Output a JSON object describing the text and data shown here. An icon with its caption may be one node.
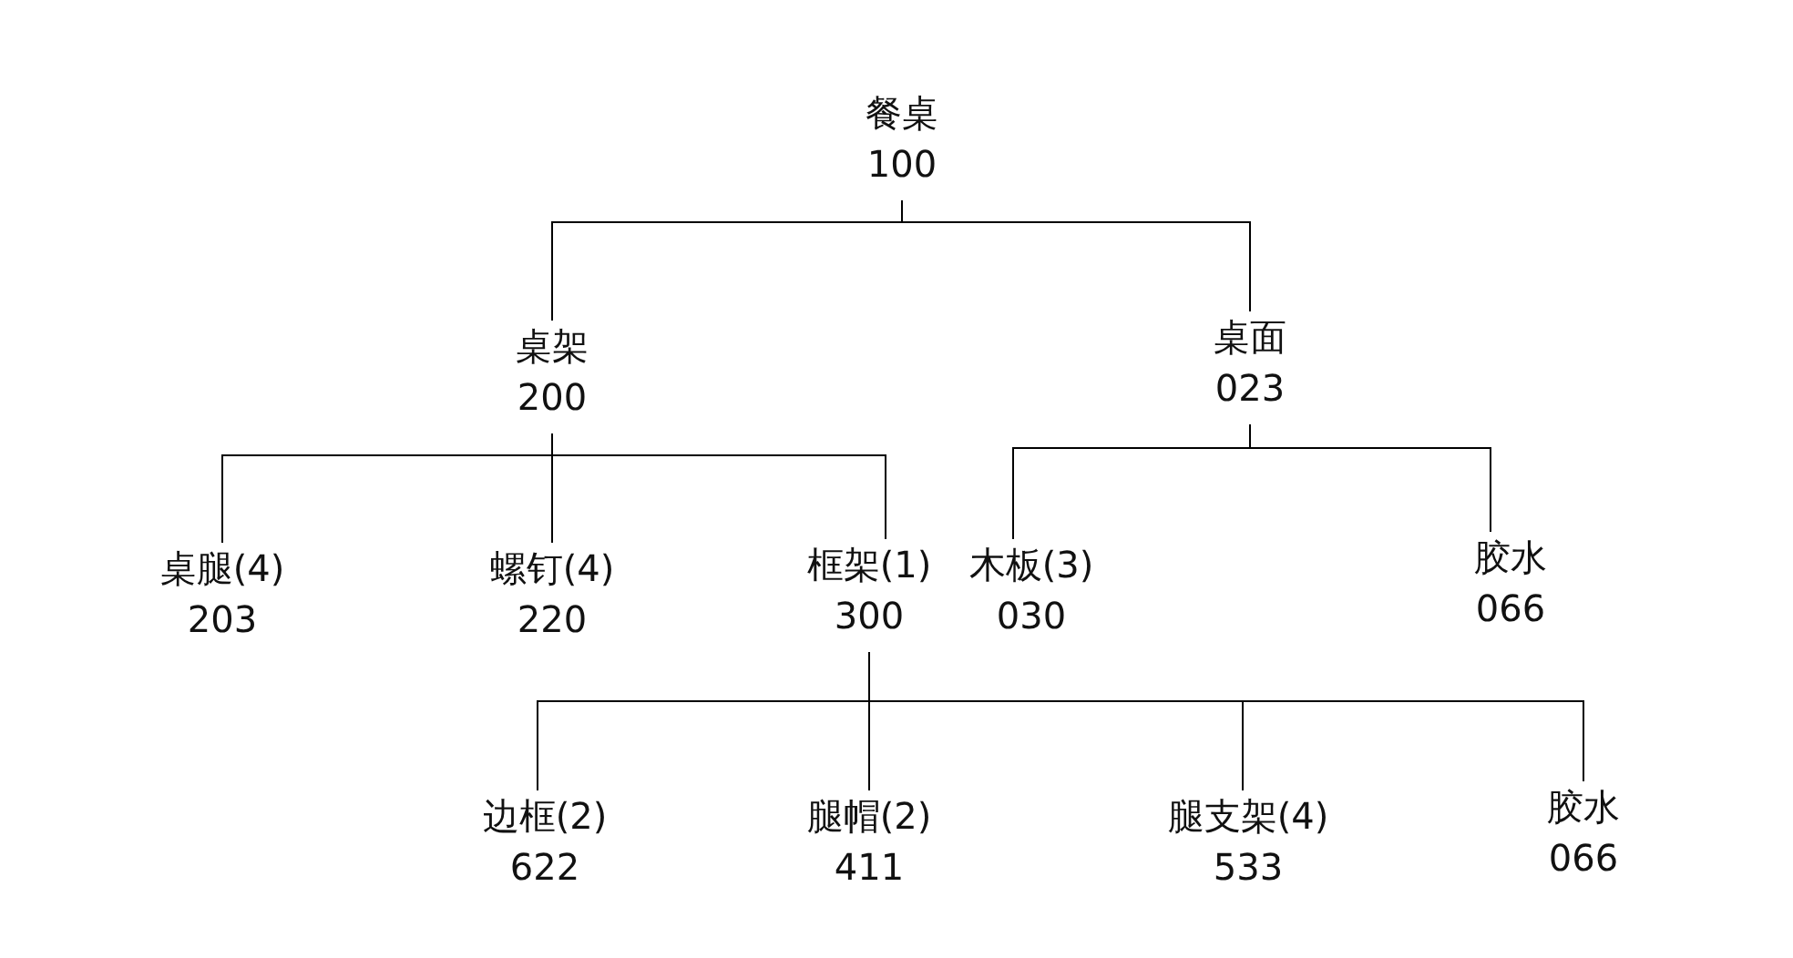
{
  "diagram": {
    "nodes": [
      {
        "text": [
          "餐桌",
          "100"
        ]
      },
      {
        "text": [
          "桌架",
          "200"
        ]
      },
      {
        "text": [
          "桌面",
          "023"
        ]
      },
      {
        "text": [
          "桌腿(4)",
          "203"
        ]
      },
      {
        "text": [
          "螺钉(4)",
          "220"
        ]
      },
      {
        "text": [
          "框架(1)",
          "300"
        ]
      },
      {
        "text": [
          "木板(3)",
          "030"
        ]
      },
      {
        "text": [
          "胶水",
          "066"
        ]
      },
      {
        "text": [
          "边框(2)",
          "622"
        ]
      },
      {
        "text": [
          "腿帽(2)",
          "411"
        ]
      },
      {
        "text": [
          "腿支架(4)",
          "533"
        ]
      },
      {
        "text": [
          "胶水",
          "066"
        ]
      }
    ],
    "edges": [
      {
        "from": 0,
        "to": 1,
        "arrow": "none"
      },
      {
        "from": 0,
        "to": 2,
        "arrow": "none"
      },
      {
        "from": 1,
        "to": 3,
        "arrow": "none"
      },
      {
        "from": 1,
        "to": 4,
        "arrow": "none"
      },
      {
        "from": 1,
        "to": 5,
        "arrow": "none"
      },
      {
        "from": 2,
        "to": 6,
        "arrow": "none"
      },
      {
        "from": 2,
        "to": 7,
        "arrow": "none"
      },
      {
        "from": 5,
        "to": 8,
        "arrow": "none"
      },
      {
        "from": 5,
        "to": 9,
        "arrow": "none"
      },
      {
        "from": 5,
        "to": 10,
        "arrow": "none"
      },
      {
        "from": 5,
        "to": 11,
        "arrow": "none"
      }
    ]
  }
}
